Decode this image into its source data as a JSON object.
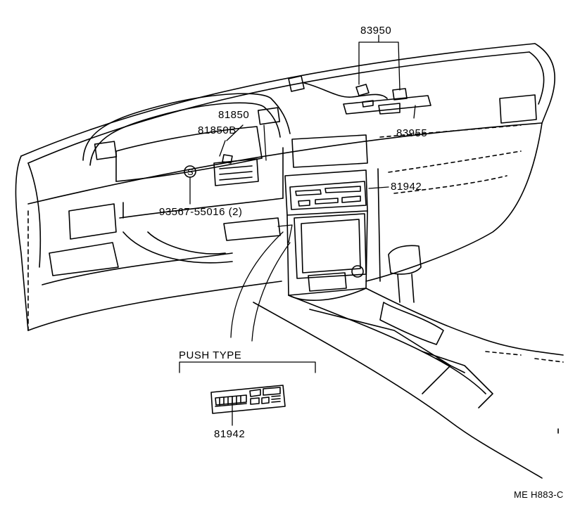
{
  "callouts": {
    "p83950": "83950",
    "p83955": "83955",
    "p81850": "81850",
    "p81850b": "81850B",
    "p93567": "93567-55016 (2)",
    "p81942_dash": "81942",
    "p81942_push": "81942",
    "s_symbol": "S"
  },
  "push_type_label": "PUSH TYPE",
  "drawing_code": "ME H883-C"
}
